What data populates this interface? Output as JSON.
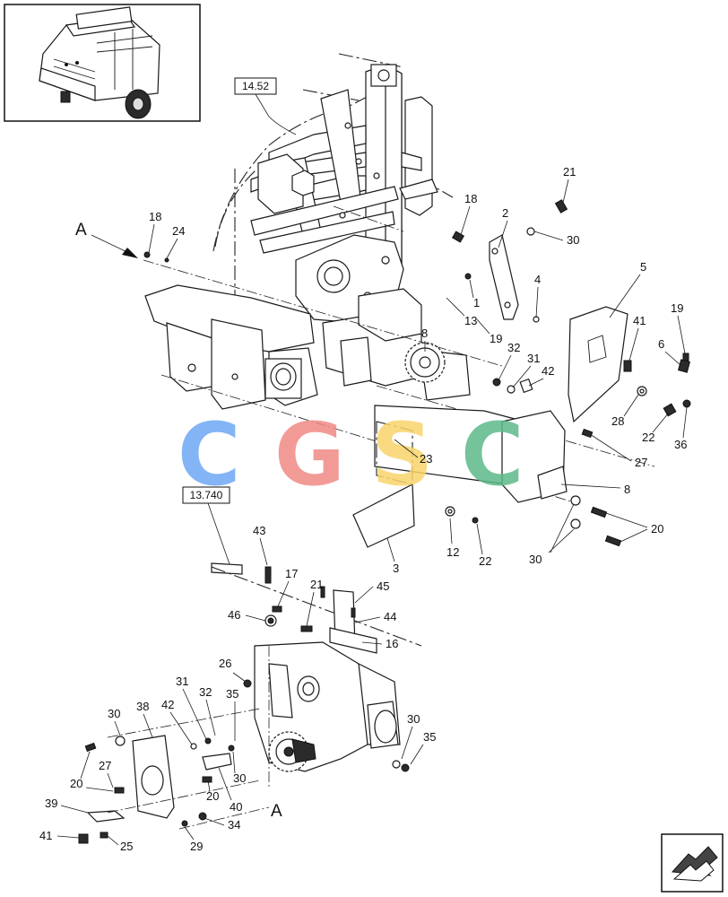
{
  "diagram": {
    "ref_labels": {
      "top": "14.52",
      "middle": "13.740"
    },
    "view_labels": {
      "upper": "A",
      "lower": "A"
    },
    "watermark": {
      "letters": [
        "C",
        "G",
        "S",
        "C"
      ],
      "colors": [
        "#6ea8f5",
        "#f08a84",
        "#f9d46a",
        "#5cb98a"
      ]
    },
    "callouts_upper": [
      "21",
      "18",
      "2",
      "30",
      "18",
      "24",
      "4",
      "5",
      "1",
      "13",
      "19",
      "8",
      "41",
      "19",
      "32",
      "31",
      "42",
      "6",
      "28",
      "22",
      "36",
      "23",
      "27",
      "8",
      "20",
      "12",
      "22",
      "30",
      "3"
    ],
    "callouts_lower": [
      "43",
      "17",
      "21",
      "45",
      "46",
      "44",
      "16",
      "26",
      "35",
      "31",
      "32",
      "42",
      "38",
      "30",
      "30",
      "35",
      "27",
      "20",
      "30",
      "20",
      "40",
      "39",
      "34",
      "41",
      "25",
      "29"
    ]
  }
}
